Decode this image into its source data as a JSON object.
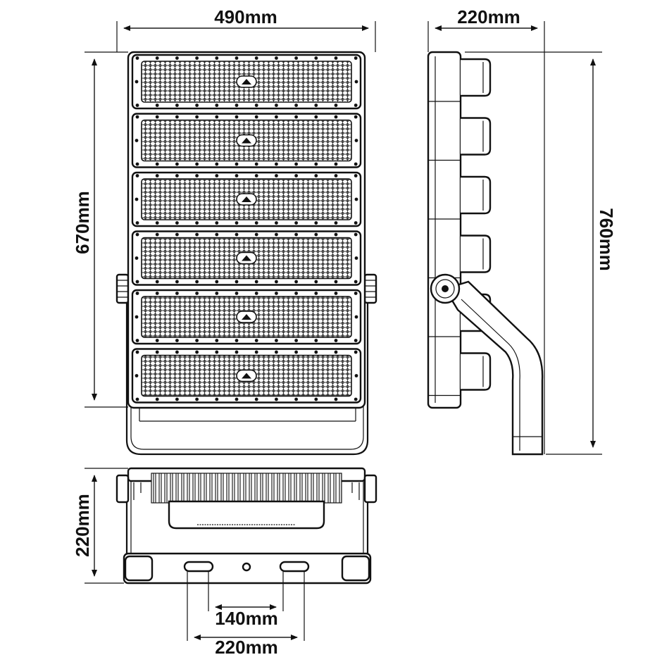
{
  "dimensions": {
    "front_width": "490mm",
    "front_height": "670mm",
    "side_depth": "220mm",
    "side_height": "760mm",
    "bottom_height": "220mm",
    "bracket_hole_spacing": "140mm",
    "bracket_width": "220mm"
  },
  "module_count": 6,
  "colors": {
    "line": "#111111",
    "background": "#ffffff"
  }
}
